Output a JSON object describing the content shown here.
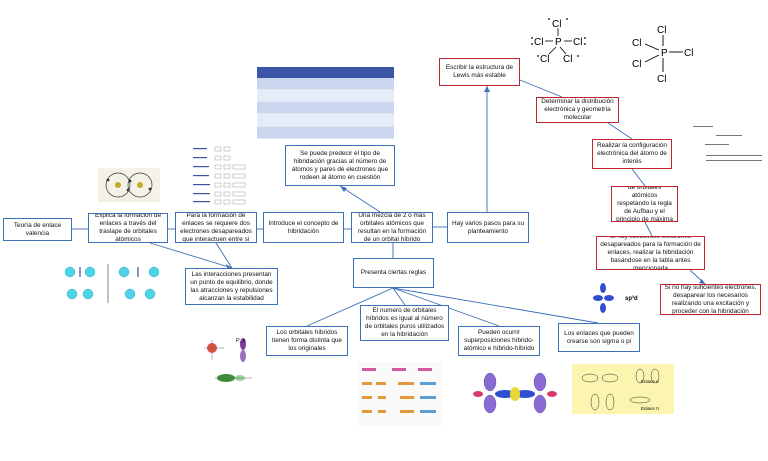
{
  "colors": {
    "edge": "#3b6fb6",
    "box_blue": "#3b6fb6",
    "box_red": "#c0272d"
  },
  "nodes": {
    "teoria": "Teoría de enlace valencia",
    "explica": "Explica la formación de enlaces a través del traslape de orbitales atómicos",
    "formacion": "Para la formación de enlaces se requiere dos electrones desapareados que interactuen entre sí",
    "interacciones": "Las interacciones presentan un punto de equilibrio, donde las atracciones y repulsiones alcanzan la estabilidad",
    "introduce": "Introduce el concepto de hibridación",
    "mezcla": "Una mezcla de 2 o más orbitales atómicos que resultan en la formación de un orbital híbrido",
    "predecir": "Se puede predecir el tipo de hibridación gracias al número de átomos y pares de electrones que rodeen al átomo en cuestión",
    "pasos": "Hay varios pasos para su planteamiento",
    "reglas": "Presenta ciertas reglas",
    "lewis": "Escribir la estructura de Lewis más estable",
    "determinar": "Determinar la distribución electrónica y geometría molecular",
    "configuracion": "Realizar la configuración electrónica del átomo de interés",
    "llenado": "Realizar el llenado de orbitales atómicos respetando la regla de Aufbau y el principio de máxima multiplicidad",
    "suficientes": "Si hay suficientes electrones desapareados para la formación de enlaces, realizar la hibridación basándose en la tabla antes mencionada",
    "no_suficientes": "Si no hay suficientes electrones, desaparear los necesarios realizando una excitación y proceder con la hibridación",
    "distinta": "Los orbitales híbridos tienen forma distinta que los originales",
    "numero": "El numero de orbitales híbridos es igual al número de orbitales puros utilizados en la hibridación",
    "superposiciones": "Pueden ocurrir superposiciones híbrido-atómico e híbrido-híbrido",
    "enlaces": "Los enlaces que pueden crearse son sigma o pi"
  },
  "molecule": {
    "center": "P",
    "ligand": "Cl",
    "sp3d_label": "sp³d",
    "pz_label": "P_z"
  },
  "sigma_image": {
    "label1": "Enlace σ",
    "label2": "Enlace π"
  }
}
